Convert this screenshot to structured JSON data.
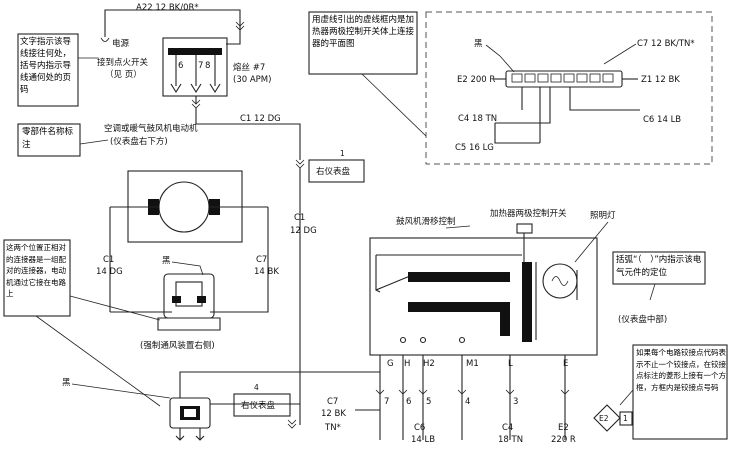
{
  "fuse": {
    "top_wire": "A22 12 BK/0R*",
    "power": "电源",
    "power_note": "接到点火开关",
    "power_note2": "（见 页）",
    "name": "熔丝 #7",
    "rating": "(30 APM)",
    "pins": [
      "6",
      "7",
      "8"
    ]
  },
  "callouts": {
    "wire_page": "文字指示该导线接往何处，括号内指示导线通何处的页码",
    "part_name": "零部件名称标注",
    "dash_box": "用虚线引出的虚线框内是加热器两极控制开关体上连接器的平面图",
    "connector_pos": "这两个位置正相对的连接器是一组配对的连接器，电动机通过它接在电路上",
    "paren_loc": "括弧“（　）”内指示该电气元件的定位",
    "splice": "如果每个电路铰接点代码表示不止一个铰接点，在铰接点标注的菱形上接有一个方框，方框内是铰接点号码"
  },
  "motor": {
    "name": "空调或暖气鼓风机电动机",
    "loc": "(仪表盘右下方)",
    "wire_top": "C1 12 DG",
    "wire_left_1": "C1",
    "wire_left_2": "14 DG",
    "wire_right_1": "C7",
    "wire_right_2": "14 BK",
    "black": "黑",
    "conn_loc": "(强制通风装置右侧)"
  },
  "right_panel": {
    "num": "1",
    "label": "右仪表盘",
    "wire1": "C1",
    "wire2": "12 DG"
  },
  "left_panel": {
    "num": "4",
    "label": "右仪表盘"
  },
  "connector_detail": {
    "black": "黑",
    "c7": "C7 12 BK/TN*",
    "e2": "E2 200 R",
    "z1": "Z1 12 BK",
    "c4": "C4 18 TN",
    "c6": "C6 14 LB",
    "c5": "C5 16 LG"
  },
  "switch": {
    "name": "加热器两极控制开关",
    "fan": "鼓风机滑移控制",
    "lamp": "照明灯",
    "loc": "(仪表盘中部)",
    "terminals": [
      "G",
      "H",
      "H2",
      "M1",
      "L",
      "E"
    ],
    "wire_nums": [
      "7",
      "6",
      "5",
      "4",
      "3"
    ],
    "c7_1": "C7",
    "c7_2": "12 BK",
    "c7_3": "TN*",
    "c6_1": "C6",
    "c6_2": "14 LB",
    "c4_1": "C4",
    "c4_2": "18 TN",
    "e2_1": "E2",
    "e2_2": "220 R"
  },
  "left_conn_black": "黑",
  "splice": {
    "code": "E2",
    "num": "1"
  }
}
